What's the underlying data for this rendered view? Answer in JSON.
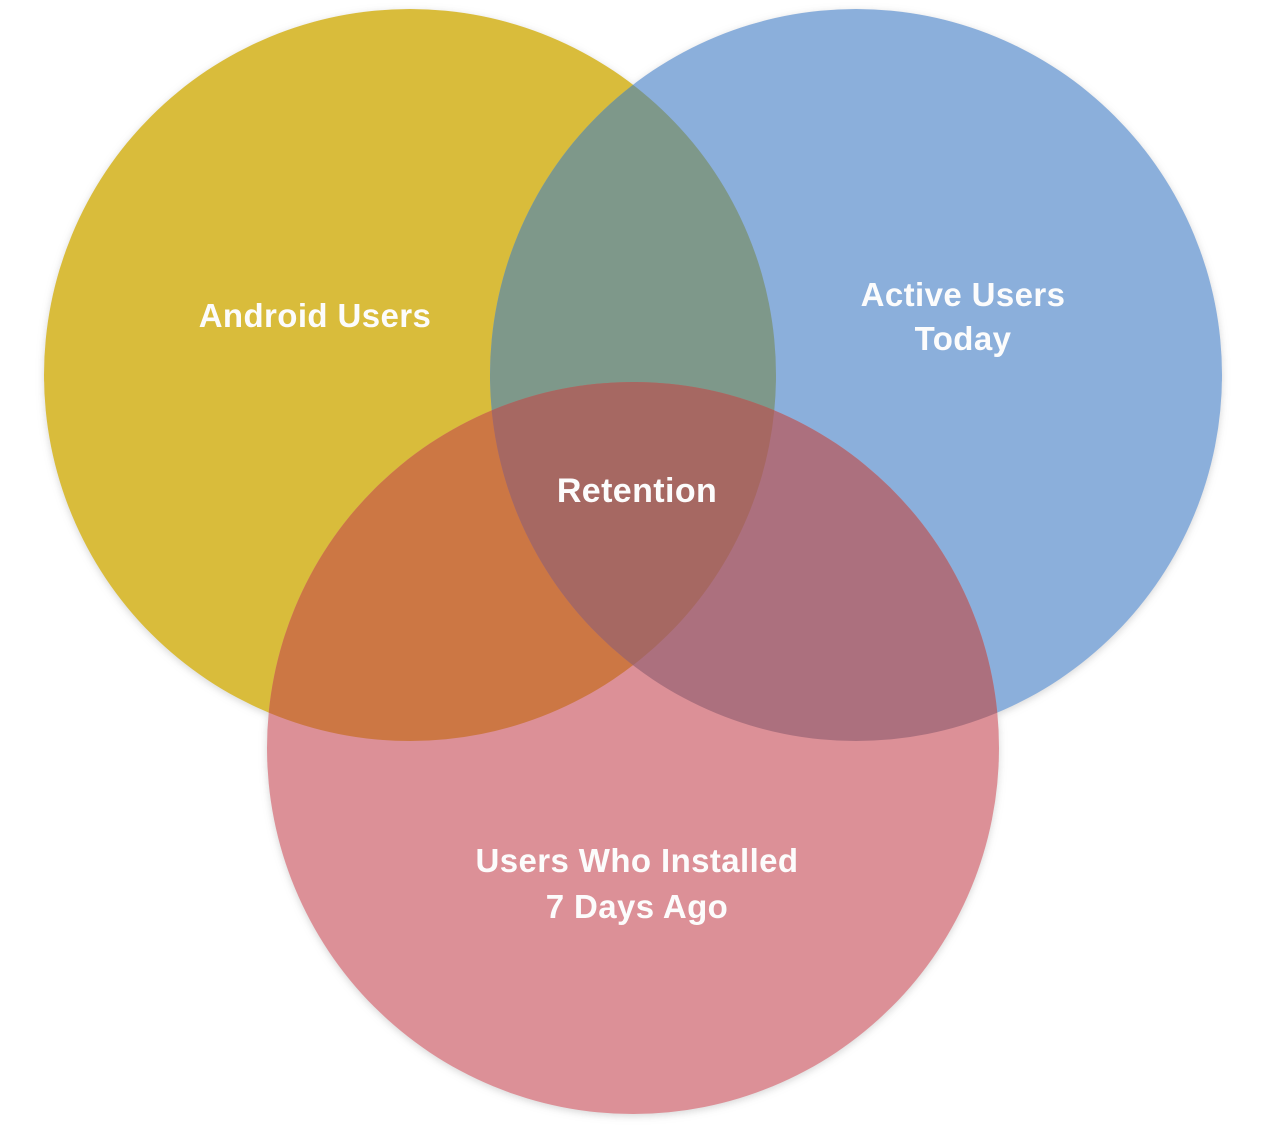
{
  "diagram": {
    "type": "venn",
    "title": "",
    "background_color": "#ffffff",
    "label_color": "#fcfcfc",
    "center_label": "Retention",
    "sets": [
      {
        "label": "Android Users",
        "label_lines": [
          "Android Users"
        ],
        "color": "#d9bc3b",
        "position": "top-left"
      },
      {
        "label": "Active Users Today",
        "label_lines": [
          "Active Users",
          "Today"
        ],
        "color": "#8bafdb",
        "position": "top-right"
      },
      {
        "label": "Users Who Installed 7 Days Ago",
        "label_lines": [
          "Users Who Installed",
          "7 Days Ago"
        ],
        "color": "#dc9097",
        "position": "bottom-center"
      }
    ],
    "overlaps": {
      "android_active_color": "#7e988a",
      "android_installed_color": "#cc7744",
      "active_installed_color": "#ac707e",
      "all_three_color": "#a66862"
    }
  }
}
